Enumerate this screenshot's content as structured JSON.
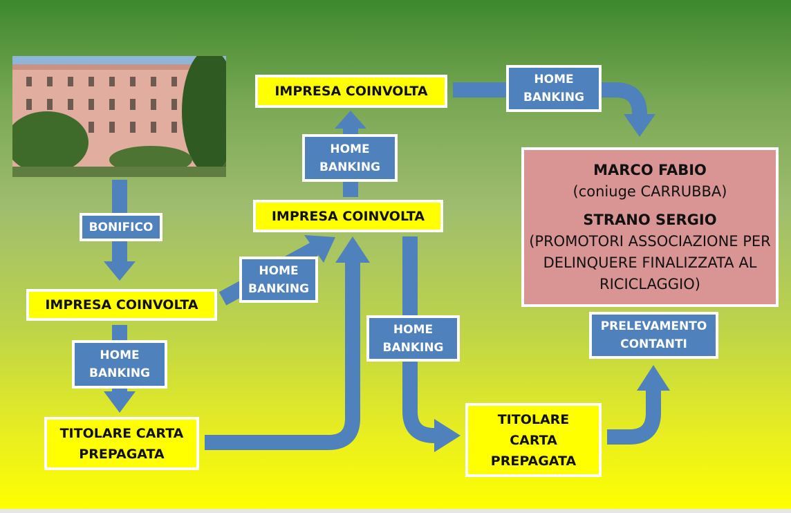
{
  "nodes": {
    "impresa_top": "IMPRESA COINVOLTA",
    "impresa_mid": "IMPRESA COINVOLTA",
    "impresa_left": "IMPRESA COINVOLTA",
    "titolare_left": [
      "TITOLARE CARTA",
      "PREPAGATA"
    ],
    "titolare_right": [
      "TITOLARE",
      "CARTA",
      "PREPAGATA"
    ]
  },
  "labels": {
    "bonifico": "BONIFICO",
    "home_banking": [
      "HOME",
      "BANKING"
    ],
    "prelevamento": [
      "PRELEVAMENTO",
      "CONTANTI"
    ]
  },
  "target": {
    "name1": "MARCO FABIO",
    "note1": "(coniuge CARRUBBA)",
    "name2": "STRANO SERGIO",
    "note2_lines": [
      "(PROMOTORI ASSOCIAZIONE PER",
      "DELINQUERE FINALIZZATA AL",
      "RICICLAGGIO)"
    ]
  },
  "colors": {
    "arrow": "#4f81bd",
    "node": "#ffff00",
    "label": "#4f81bd",
    "target": "#d99594"
  }
}
